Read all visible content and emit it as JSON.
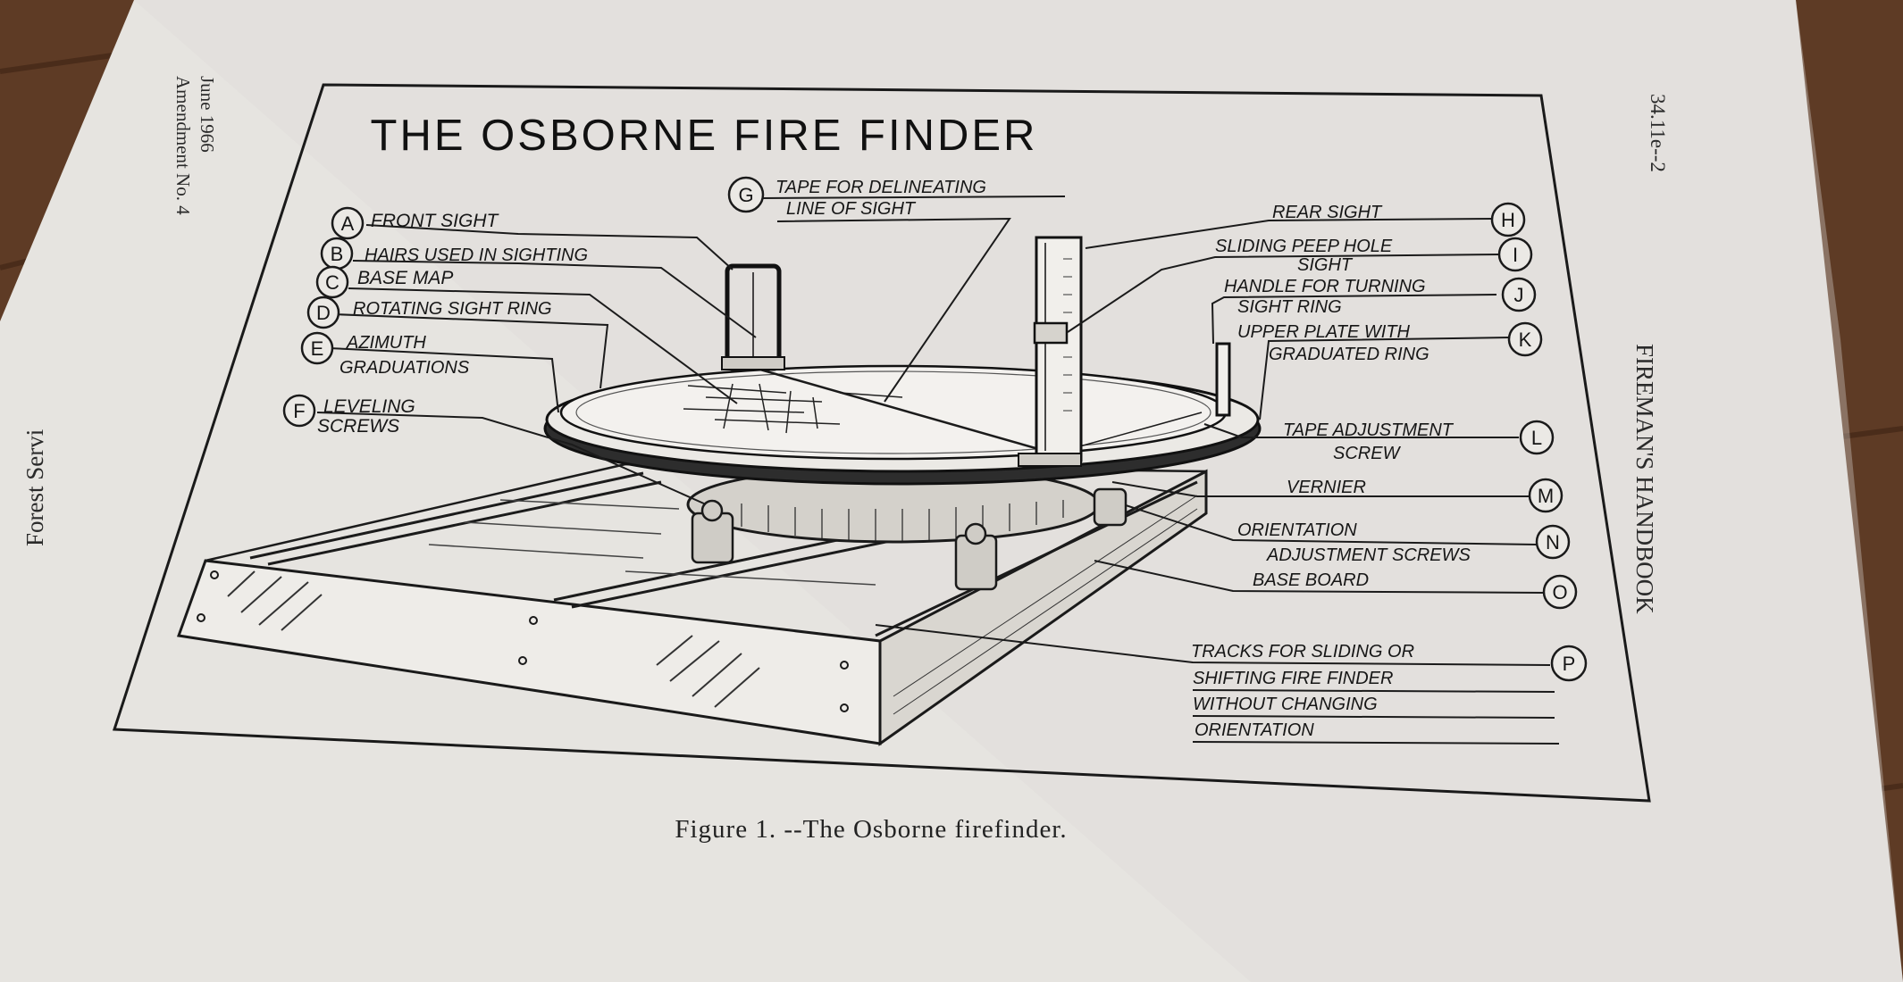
{
  "sheet": {
    "date_line": "June 1966",
    "amendment_line": "Amendment No. 4",
    "page_ref": "34.11e--2",
    "handbook_title": "FIREMAN'S HANDBOOK",
    "agency_fragment": "Forest Servi"
  },
  "figure": {
    "title": "THE OSBORNE FIRE FINDER",
    "caption": "Figure 1. --The Osborne firefinder."
  },
  "callouts": [
    {
      "letter": "A",
      "lines": [
        "FRONT SIGHT"
      ]
    },
    {
      "letter": "B",
      "lines": [
        "HAIRS USED IN SIGHTING"
      ]
    },
    {
      "letter": "C",
      "lines": [
        "BASE MAP"
      ]
    },
    {
      "letter": "D",
      "lines": [
        "ROTATING SIGHT RING"
      ]
    },
    {
      "letter": "E",
      "lines": [
        "AZIMUTH",
        "GRADUATIONS"
      ]
    },
    {
      "letter": "F",
      "lines": [
        "LEVELING",
        "SCREWS"
      ]
    },
    {
      "letter": "G",
      "lines": [
        "TAPE FOR DELINEATING",
        "LINE OF SIGHT"
      ]
    },
    {
      "letter": "H",
      "lines": [
        "REAR SIGHT"
      ]
    },
    {
      "letter": "I",
      "lines": [
        "SLIDING PEEP HOLE",
        "SIGHT"
      ]
    },
    {
      "letter": "J",
      "lines": [
        "HANDLE FOR TURNING",
        "SIGHT RING"
      ]
    },
    {
      "letter": "K",
      "lines": [
        "UPPER PLATE WITH",
        "GRADUATED RING"
      ]
    },
    {
      "letter": "L",
      "lines": [
        "TAPE ADJUSTMENT",
        "SCREW"
      ]
    },
    {
      "letter": "M",
      "lines": [
        "VERNIER"
      ]
    },
    {
      "letter": "N",
      "lines": [
        "ORIENTATION",
        "ADJUSTMENT SCREWS"
      ]
    },
    {
      "letter": "O",
      "lines": [
        "BASE BOARD"
      ]
    },
    {
      "letter": "P",
      "lines": [
        "TRACKS FOR SLIDING OR",
        "SHIFTING FIRE FINDER",
        "WITHOUT CHANGING",
        "ORIENTATION"
      ]
    }
  ]
}
